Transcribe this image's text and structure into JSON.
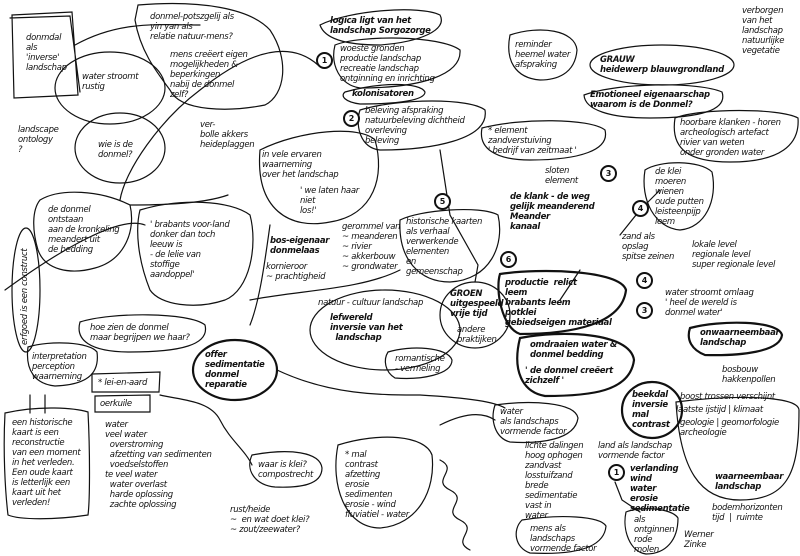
{
  "notes": [
    "donmdal\nals\n'inverse'\nlandschap",
    "donmel-potszgelij als\nyin yan als\nrelatie natuur-mens?",
    "mens creëert eigen\nmogelijkheden &\nbeperkingen\nnabij de donmel\nzelf?",
    "water stroomt\nrustig",
    "wie is de\ndonmel?",
    "landscape\nontology\n?",
    "de donmel\nontstaan\naan de kronkeling\nmeandert uit\nde bedding",
    "' brabants voor-land\ndonker dan toch\nleeuw is\n- de lelie van\nstoffige\naandoppel'",
    "ver-\nbolle akkers\nheideplaggen",
    "logica ligt van het\nlandschap Sorgozorge",
    "woeste gronden\nproductie landschap\nrecreatie landschap\nontginning en inrichting",
    "kolonisatoren",
    "beleving afspraking\nnatuurbeleving dichtheid\noverleving\nbeleving",
    "reminder\nheemel water\nafspraking",
    "GRAUW\nheidewerp blauwgrondland",
    "Emotioneel eigenaarschap\nwaarom is de Donmel?",
    "hoorbare klanken - horen\narcheologisch artefact\nrivier van weten\nonder gronden water",
    "* element\nzandverstuiving\n' bedrijf van zeitmaat '",
    "de klank - de weg\ngelijk meanderend\nMeander\nkanaal",
    "historische kaarten\nals verhaal\nverwerkende\nelementen\nen\ngemeenschap",
    "de klei\nmoeren\nwienen\noude putten\nleisteenpijp\nleem",
    "erfgoed is een construct",
    "hoe zien de donmel\nmaar begrijpen we haar?",
    "interpretation\nperception\nwaarneming",
    "* lei-en-aard",
    "oerkuile",
    "een historische\nkaart is een\nreconstructie\nvan een moment\nin het verleden.\nEen oude kaart\nis letterlijk een\nkaart uit het\nverleden!",
    "water\nveel water\n  overstroming\n  afzetting van sedimenten\n  voedselstoffen\nte veel water\n  water overlast\n  harde oplossing\n  zachte oplossing",
    "offer\nsedimentatie\ndonmel\nreparatie",
    "waar is klei?\ncompostrecht",
    "rust/heide\n~  en wat doet klei?\n~ zout/zeewater?",
    "natuur - cultuur landschap",
    "lefwereld\ninversie van het\n  landschap",
    "romantische\n- vermeling",
    "GROEN\nuitgespeeld\nvrije tijd",
    "andere\npraktijken",
    "* mal\ncontrast\nafzetting\nerosie\nsedimenten\nerosie - wind\nfluviatiel - water",
    "productie  relict\nleem\nbrabants leem\npotklei\ngebiedseigen materiaal",
    "omdraaien water &\ndonmel bedding",
    "' de donmel creëert\nzichzelf '",
    "beekdal\ninversie\nmal\ncontrast",
    "water stroomt omlaag\n' heel de wereld is\ndonmel water'",
    "onwaarneembaar\nlandschap",
    "bosbouw\nhakkenpollen",
    "boost trossen verschijnt",
    "laatste ijstijd | klimaat",
    "geologie | geomorfologie\narcheologie",
    "waarneembaar\nlandschap",
    "bodemhorizonten\ntijd  |  ruimte",
    "lichte dalingen\nhoog ophogen\nzandvast\nlosstuifzand\nbrede\nsedimentatie\nvast in\nwater",
    "verlanding\nwind\nwater\nerosie\nsedimentatie",
    "mens als\nlandschaps\nvormende factor",
    "als\nontginnen\nrode\nmolen",
    "Werner\nZinke",
    "water\nals landschaps\nvormende factor",
    "land als landschap\nvormende factor",
    "zand als\nopslag\nspitse zeinen",
    "lokale level\nregionale level\nsuper regionale level",
    "verborgen\nvan het\nlandschap\nnatuurlijke\nvegetatie",
    "gerommel van\n~ meanderen\n~ rivier\n~ akkerbouw\n~ grondwater",
    "bos-eigenaar\ndonmelaas",
    "kornieroor\n~ prachtigheid",
    "sloten\nelement",
    "in vele ervaren\nwaarneming\nover het landschap",
    "' we laten haar\nniet\nlos!'"
  ],
  "markers": [
    "1",
    "2",
    "3",
    "4",
    "5",
    "6",
    "3",
    "4",
    "1"
  ]
}
